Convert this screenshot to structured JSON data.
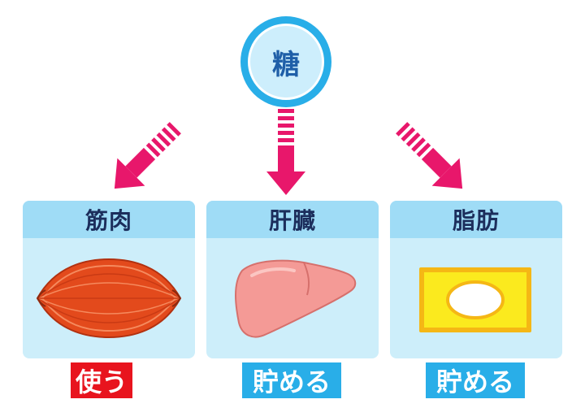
{
  "center": {
    "label": "糖",
    "fill": "#29aee8",
    "inner": "#cdeefc"
  },
  "arrow_color": "#e8176b",
  "cards": [
    {
      "title": "筋肉",
      "icon": "muscle-icon",
      "action": "使う",
      "action_color": "#e8141e"
    },
    {
      "title": "肝臓",
      "icon": "liver-icon",
      "action": "貯める",
      "action_color": "#29aee8"
    },
    {
      "title": "脂肪",
      "icon": "fat-cell-icon",
      "action": "貯める",
      "action_color": "#29aee8"
    }
  ]
}
